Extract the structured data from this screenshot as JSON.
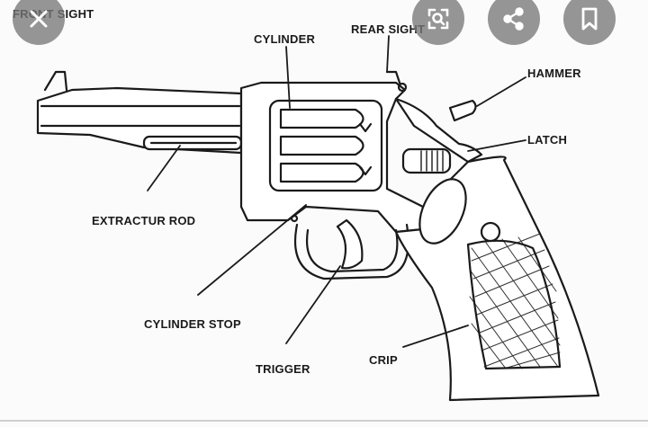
{
  "labels": {
    "front_sight": "FRONT SIGHT",
    "cylinder": "CYLINDER",
    "rear_sight": "REAR SIGHT",
    "hammer": "HAMMER",
    "latch": "LATCH",
    "extractor_rod": "EXTRACTUR ROD",
    "cylinder_stop": "CYLINDER STOP",
    "trigger": "TRIGGER",
    "grip": "CRIP"
  },
  "overlay_buttons": {
    "close_icon": "close-icon",
    "lens_icon": "lens-search-icon",
    "share_icon": "share-icon",
    "bookmark_icon": "bookmark-icon"
  },
  "colors": {
    "ink": "#1a1a1a",
    "overlay": "#787878"
  }
}
